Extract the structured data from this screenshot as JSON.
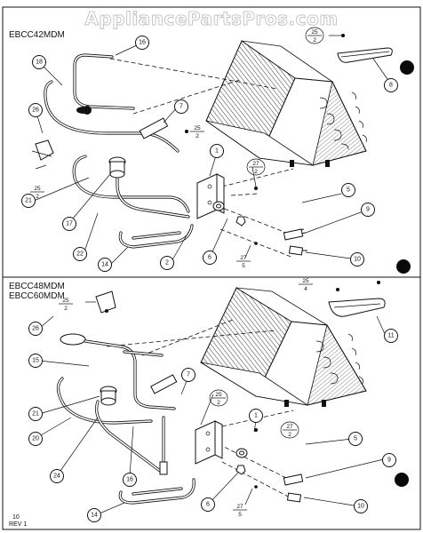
{
  "watermark": "AppliancePartsPros.com",
  "section_a": {
    "model": "EBCC42MDM",
    "callouts": {
      "c1": "1",
      "c2": "2",
      "c5": "5",
      "c6": "6",
      "c7": "7",
      "c8": "8",
      "c9": "9",
      "c10": "10",
      "c14": "14",
      "c16": "16",
      "c17": "17",
      "c18": "18",
      "c21": "21",
      "c22": "22",
      "c26": "26"
    },
    "fractions": {
      "f25_2_top": {
        "num": "25",
        "den": "2"
      },
      "f25_2_mid": {
        "num": "25",
        "den": "2"
      },
      "f25_2_left": {
        "num": "25",
        "den": "2"
      },
      "f27_2": {
        "num": "27",
        "den": "2"
      },
      "f27_5": {
        "num": "27",
        "den": "5"
      }
    }
  },
  "section_b": {
    "model_line1": "EBCC48MDM",
    "model_line2": "EBCC60MDM",
    "callouts": {
      "c1": "1",
      "c5": "5",
      "c6": "6",
      "c7": "7",
      "c9": "9",
      "c10": "10",
      "c11": "11",
      "c14": "14",
      "c15": "15",
      "c16": "16",
      "c20": "20",
      "c21": "21",
      "c24": "24",
      "c26": "26"
    },
    "fractions": {
      "f25_4": {
        "num": "25",
        "den": "4"
      },
      "f25_2_left": {
        "num": "25",
        "den": "2"
      },
      "f25_2_mid": {
        "num": "25",
        "den": "2"
      },
      "f27_2": {
        "num": "27",
        "den": "2"
      },
      "f27_5": {
        "num": "27",
        "den": "5"
      }
    }
  },
  "footer": {
    "page": "10",
    "rev": "REV 1"
  }
}
